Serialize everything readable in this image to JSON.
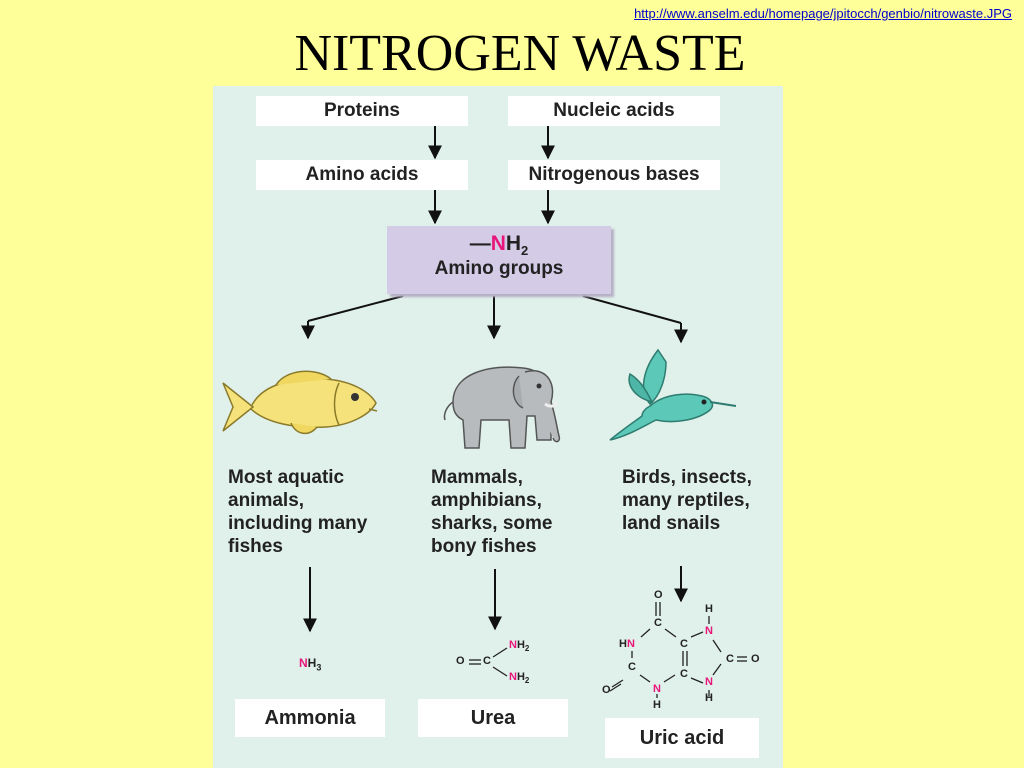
{
  "source_url": "http://www.anselm.edu/homepage/jpitocch/genbio/nitrowaste.JPG",
  "title": "NITROGEN WASTE",
  "sources": {
    "proteins": "Proteins",
    "nucleic_acids": "Nucleic acids",
    "amino_acids": "Amino acids",
    "nitrogenous_bases": "Nitrogenous bases"
  },
  "amino_group": {
    "dash": "—",
    "n": "N",
    "h": "H",
    "sub": "2",
    "label": "Amino groups"
  },
  "groups": {
    "aquatic": [
      "Most aquatic",
      "animals,",
      "including many",
      "fishes"
    ],
    "mammals": [
      "Mammals,",
      "amphibians,",
      "sharks, some",
      "bony fishes"
    ],
    "birds": [
      "Birds, insects,",
      "many reptiles,",
      "land snails"
    ]
  },
  "products": {
    "ammonia": "Ammonia",
    "urea": "Urea",
    "uric_acid": "Uric acid"
  },
  "formulas": {
    "nh3_n": "N",
    "nh3_h": "H",
    "nh3_sub": "3",
    "urea_o": "O",
    "urea_c": "C",
    "urea_n1": "N",
    "urea_h1": "H",
    "urea_sub1": "2",
    "urea_n2": "N",
    "urea_h2": "H",
    "urea_sub2": "2",
    "uric_o_top": "O",
    "uric_c_top": "C",
    "uric_hn_h": "H",
    "uric_hn_n": "N",
    "uric_c_mid": "C",
    "uric_c_left": "C",
    "uric_o_left": "O",
    "uric_n_bot": "N",
    "uric_h_bot": "H",
    "uric_c_bot": "C",
    "uric_h_top": "H",
    "uric_n_top": "N",
    "uric_c_right": "C",
    "uric_o_right": "O",
    "uric_n_right": "N",
    "uric_h_right": "H"
  },
  "colors": {
    "background": "#FFFF99",
    "panel": "#E0F0EA",
    "amino_box": "#D4CCE6",
    "nitrogen": "#E8167A",
    "fish": "#F5E27A",
    "elephant": "#B8BBBD",
    "bird": "#5CC8B8"
  },
  "icons": [
    "fish-icon",
    "elephant-icon",
    "hummingbird-icon"
  ]
}
